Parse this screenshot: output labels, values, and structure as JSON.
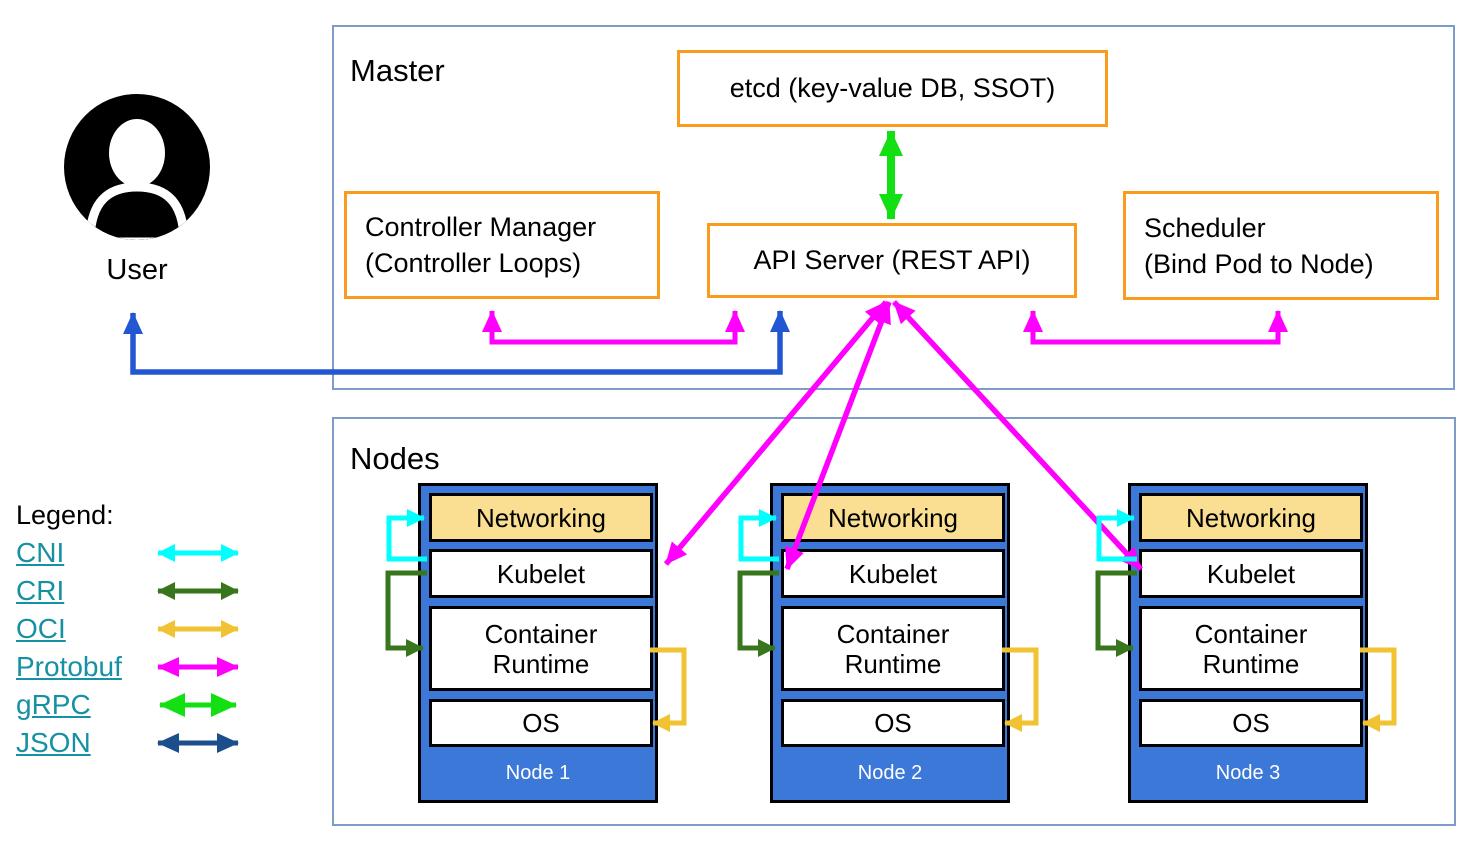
{
  "user": {
    "label": "User"
  },
  "master": {
    "label": "Master",
    "boxes": {
      "etcd": "etcd (key-value DB, SSOT)",
      "api_server": "API Server (REST API)",
      "controller_manager_line1": "Controller Manager",
      "controller_manager_line2": "(Controller Loops)",
      "scheduler_line1": "Scheduler",
      "scheduler_line2": "(Bind Pod to Node)"
    }
  },
  "nodes_section": {
    "label": "Nodes",
    "layers": {
      "networking": "Networking",
      "kubelet": "Kubelet",
      "runtime": "Container Runtime",
      "os": "OS"
    },
    "nodes": [
      {
        "title": "Node 1"
      },
      {
        "title": "Node 2"
      },
      {
        "title": "Node 3"
      }
    ]
  },
  "legend": {
    "title": "Legend:",
    "items": [
      {
        "label": "CNI"
      },
      {
        "label": "CRI"
      },
      {
        "label": "OCI"
      },
      {
        "label": "Protobuf"
      },
      {
        "label": "gRPC"
      },
      {
        "label": "JSON"
      }
    ]
  },
  "colors": {
    "box_border": "#F99B1D",
    "frame_border": "#7E9CC9",
    "node_blue": "#3C78D8",
    "networking_fill": "#FADE92",
    "link": "#1691A3",
    "cni": "#00FFFF",
    "cri": "#38761D",
    "oci": "#F1C232",
    "protobuf": "#FF00FF",
    "grpc": "#12E012",
    "json": "#1C4E8C",
    "json_arrow": "#2356D3"
  }
}
